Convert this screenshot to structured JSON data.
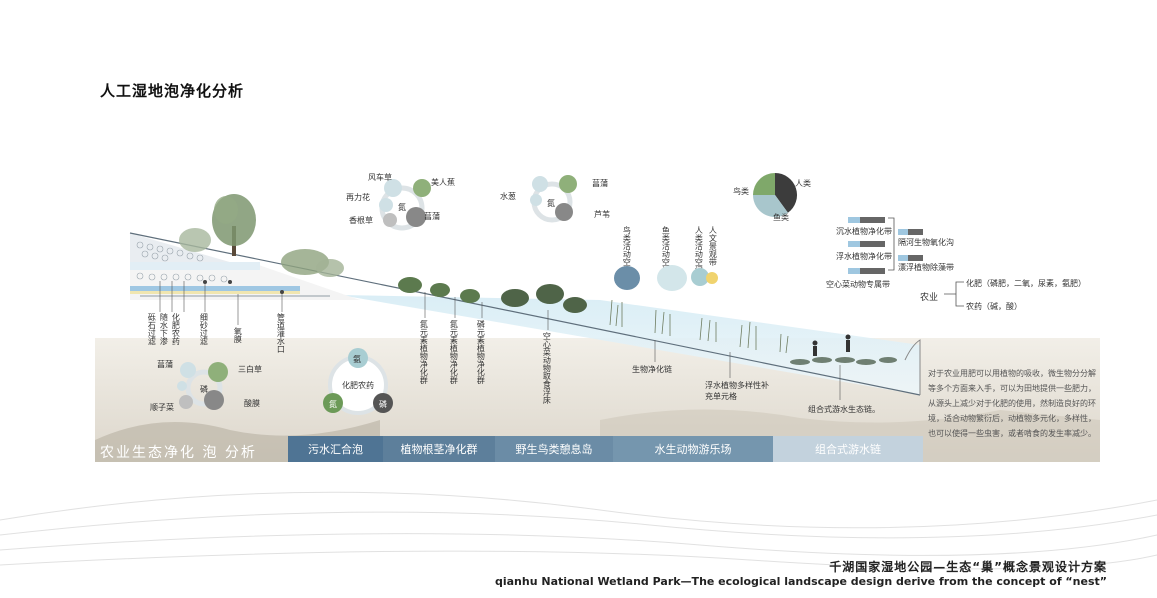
{
  "title": "人工湿地泡净化分析",
  "bubbles_left": {
    "center": "氮",
    "labels": [
      "风车草",
      "美人蕉",
      "再力花",
      "香根草",
      "菖蒲"
    ]
  },
  "bubbles_mid": {
    "center": "氮",
    "labels": [
      "水葱",
      "菖蒲",
      "芦苇"
    ]
  },
  "pie": {
    "labels": [
      "人类",
      "鸟类",
      "鱼类"
    ],
    "values": [
      40,
      35,
      25
    ],
    "colors": [
      "#3c3c3c",
      "#a8c6cc",
      "#7fa86a"
    ]
  },
  "space_labels": [
    "鸟类活动空间",
    "鱼类活动空间",
    "人类活动空间",
    "人文景观带"
  ],
  "legend": {
    "items": [
      "沉水植物净化带",
      "隔河生物氧化沟",
      "浮水植物净化带",
      "漂浮植物除藻带",
      "空心菜动物专属带"
    ],
    "agri_label": "农业",
    "agri_items": [
      "化肥（磷肥，二氧，尿素，氨肥）",
      "农药（碱，酸）"
    ]
  },
  "left_vlabels": [
    "砾石过滤",
    "随水下渗",
    "化肥农药",
    "细砂过滤",
    "氧膜",
    "管道灌水口"
  ],
  "plant_vlabels": [
    "氮元素植物净化群",
    "氮元素植物净化群",
    "磷元素植物净化群",
    "空心菜动物取食浮床"
  ],
  "chain_labels": [
    "生物净化链",
    "浮水植物多样性补充单元格",
    "组合式游水生态链。"
  ],
  "bubbles_bottom": {
    "center": "磷",
    "labels": [
      "菖蒲",
      "三白草",
      "顺子菜",
      "酸膜"
    ]
  },
  "fertilizer": {
    "label": "化肥农药",
    "items": [
      "氨",
      "氮",
      "磷"
    ]
  },
  "description": "对于农业用肥可以用植物的吸收，微生物分分解等多个方面来入手，可以为田地提供一些肥力，从源头上减少对于化肥的使用，然制造良好的环境，适合动物繁衍后，动植物多元化，多样性，也可以使得一些虫害，或者啃食的发生率减少。",
  "banner": "农业生态净化 泡 分析",
  "bands": [
    {
      "label": "污水汇合泡",
      "color": "#4f7494"
    },
    {
      "label": "植物根茎净化群",
      "color": "#5d7f9b"
    },
    {
      "label": "野生鸟类憩息岛",
      "color": "#6b8ca6"
    },
    {
      "label": "水生动物游乐场",
      "color": "#7596ae"
    },
    {
      "label": "组合式游水链",
      "color": "#c3d2dd"
    }
  ],
  "footer_cn": "千湖国家湿地公园—生态“巢”概念景观设计方案",
  "footer_en": "qianhu National Wetland Park—The ecological landscape design derive from the concept of “nest”"
}
